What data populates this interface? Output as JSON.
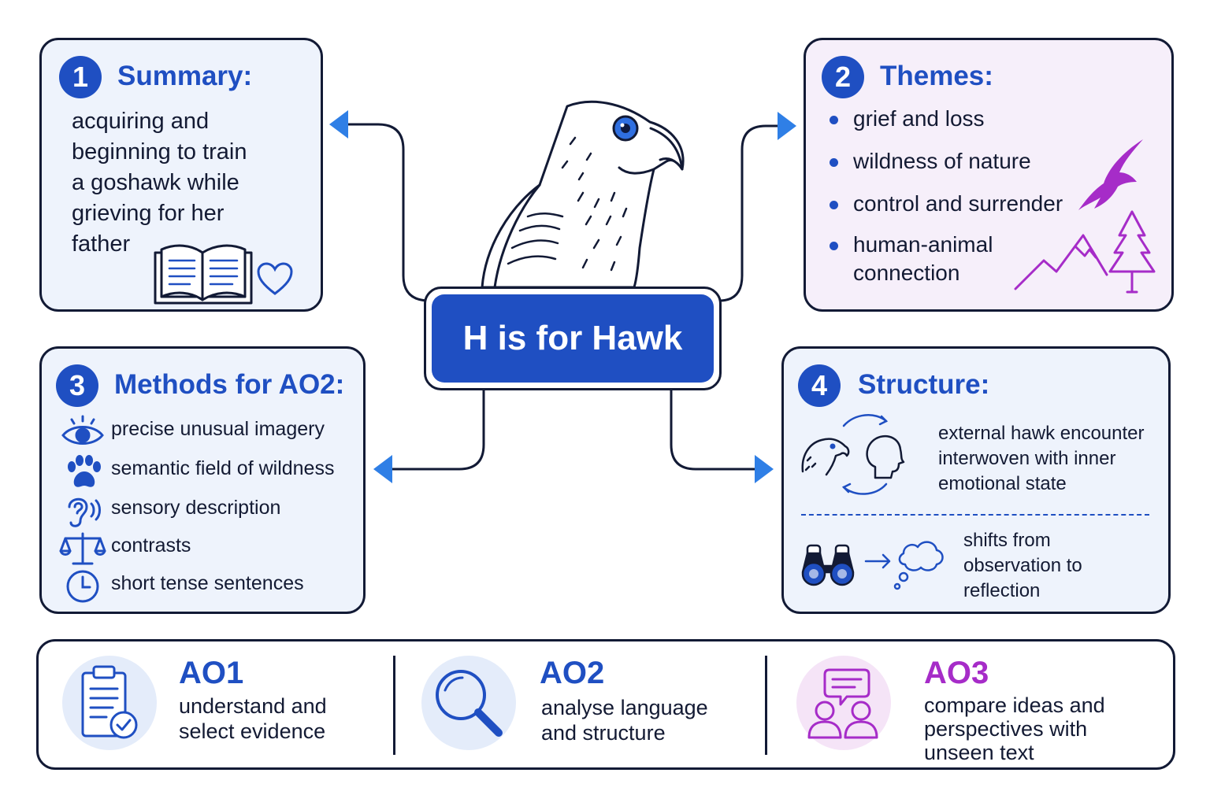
{
  "center": {
    "title": "H is for Hawk"
  },
  "summary": {
    "number": "1",
    "title": "Summary:",
    "text_lines": [
      "acquiring and",
      "beginning to train",
      "a goshawk while",
      "grieving for her",
      "father"
    ]
  },
  "themes": {
    "number": "2",
    "title": "Themes:",
    "items": [
      "grief and loss",
      "wildness of nature",
      "control and surrender",
      "human-animal connection"
    ]
  },
  "methods": {
    "number": "3",
    "title": "Methods for AO2:",
    "items": [
      {
        "label": "precise unusual imagery",
        "icon": "eye-icon"
      },
      {
        "label": "semantic field of wildness",
        "icon": "paw-icon"
      },
      {
        "label": "sensory description",
        "icon": "ear-icon"
      },
      {
        "label": "contrasts",
        "icon": "scales-icon"
      },
      {
        "label": "short tense sentences",
        "icon": "clock-icon"
      }
    ]
  },
  "structure": {
    "number": "4",
    "title": "Structure:",
    "point1_lines": [
      "external hawk encounter",
      "interwoven with inner",
      "emotional state"
    ],
    "point2_lines": [
      "shifts from",
      "observation to",
      "reflection"
    ]
  },
  "assessment": [
    {
      "code": "AO1",
      "desc_lines": [
        "understand and",
        "select evidence"
      ],
      "color": "#1f4fc2",
      "icon": "clipboard-check-icon"
    },
    {
      "code": "AO2",
      "desc_lines": [
        "analyse language",
        "and structure"
      ],
      "color": "#1f4fc2",
      "icon": "magnifier-icon"
    },
    {
      "code": "AO3",
      "desc_lines": [
        "compare ideas and",
        "perspectives with",
        "unseen text"
      ],
      "color": "#a62cc8",
      "icon": "discussion-icon"
    }
  ],
  "colors": {
    "accent_blue": "#1f4fc2",
    "arrow_blue": "#2f7fe6",
    "accent_purple": "#a62cc8",
    "outline": "#121a35"
  }
}
